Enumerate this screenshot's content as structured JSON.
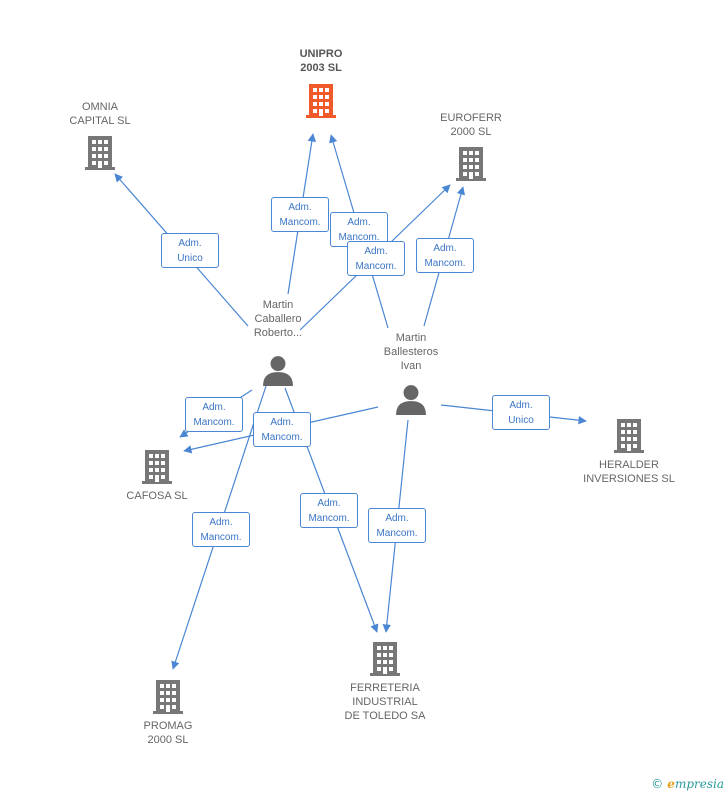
{
  "colors": {
    "edge": "#4a86d4",
    "company": "#777777",
    "focus_company": "#f05a28",
    "person": "#666666"
  },
  "nodes": [
    {
      "id": "unipro",
      "type": "company",
      "focus": true,
      "lines": [
        "UNIPRO",
        "2003 SL"
      ],
      "icon": "building-icon"
    },
    {
      "id": "omnia",
      "type": "company",
      "lines": [
        "OMNIA",
        "CAPITAL SL"
      ],
      "icon": "building-icon"
    },
    {
      "id": "euroferr",
      "type": "company",
      "lines": [
        "EUROFERR",
        "2000 SL"
      ],
      "icon": "building-icon"
    },
    {
      "id": "heralder",
      "type": "company",
      "lines": [
        "HERALDER",
        "INVERSIONES SL"
      ],
      "icon": "building-icon"
    },
    {
      "id": "cafosa",
      "type": "company",
      "lines": [
        "CAFOSA SL"
      ],
      "icon": "building-icon"
    },
    {
      "id": "promag",
      "type": "company",
      "lines": [
        "PROMAG",
        "2000  SL"
      ],
      "icon": "building-icon"
    },
    {
      "id": "ferreteria",
      "type": "company",
      "lines": [
        "FERRETERIA",
        "INDUSTRIAL",
        "DE TOLEDO SA"
      ],
      "icon": "building-icon"
    },
    {
      "id": "caballero",
      "type": "person",
      "lines": [
        "Martin",
        "Caballero",
        "Roberto..."
      ],
      "icon": "person-icon"
    },
    {
      "id": "ballesteros",
      "type": "person",
      "lines": [
        "Martin",
        "Ballesteros",
        "Ivan"
      ],
      "icon": "person-icon"
    }
  ],
  "edges": [
    {
      "id": "e1",
      "from": "caballero",
      "to": "omnia",
      "label": [
        "Adm.",
        "Unico"
      ]
    },
    {
      "id": "e2",
      "from": "caballero",
      "to": "unipro",
      "label": [
        "Adm.",
        "Mancom."
      ]
    },
    {
      "id": "e3",
      "from": "ballesteros",
      "to": "unipro",
      "label": [
        "Adm.",
        "Mancom."
      ]
    },
    {
      "id": "e4",
      "from": "caballero",
      "to": "euroferr",
      "label": [
        "Adm.",
        "Mancom."
      ]
    },
    {
      "id": "e5",
      "from": "ballesteros",
      "to": "euroferr",
      "label": [
        "Adm.",
        "Mancom."
      ]
    },
    {
      "id": "e6",
      "from": "ballesteros",
      "to": "heralder",
      "label": [
        "Adm.",
        "Unico"
      ]
    },
    {
      "id": "e7",
      "from": "caballero",
      "to": "cafosa",
      "label": [
        "Adm.",
        "Mancom."
      ]
    },
    {
      "id": "e8",
      "from": "ballesteros",
      "to": "cafosa",
      "label": [
        "Adm.",
        "Mancom."
      ]
    },
    {
      "id": "e9",
      "from": "caballero",
      "to": "promag",
      "label": [
        "Adm.",
        "Mancom."
      ]
    },
    {
      "id": "e10",
      "from": "caballero",
      "to": "ferreteria",
      "label": [
        "Adm.",
        "Mancom."
      ]
    },
    {
      "id": "e11",
      "from": "ballesteros",
      "to": "ferreteria",
      "label": [
        "Adm.",
        "Mancom."
      ]
    }
  ],
  "footer": {
    "copyright": "©",
    "brand_first": "e",
    "brand_rest": "mpresia"
  }
}
